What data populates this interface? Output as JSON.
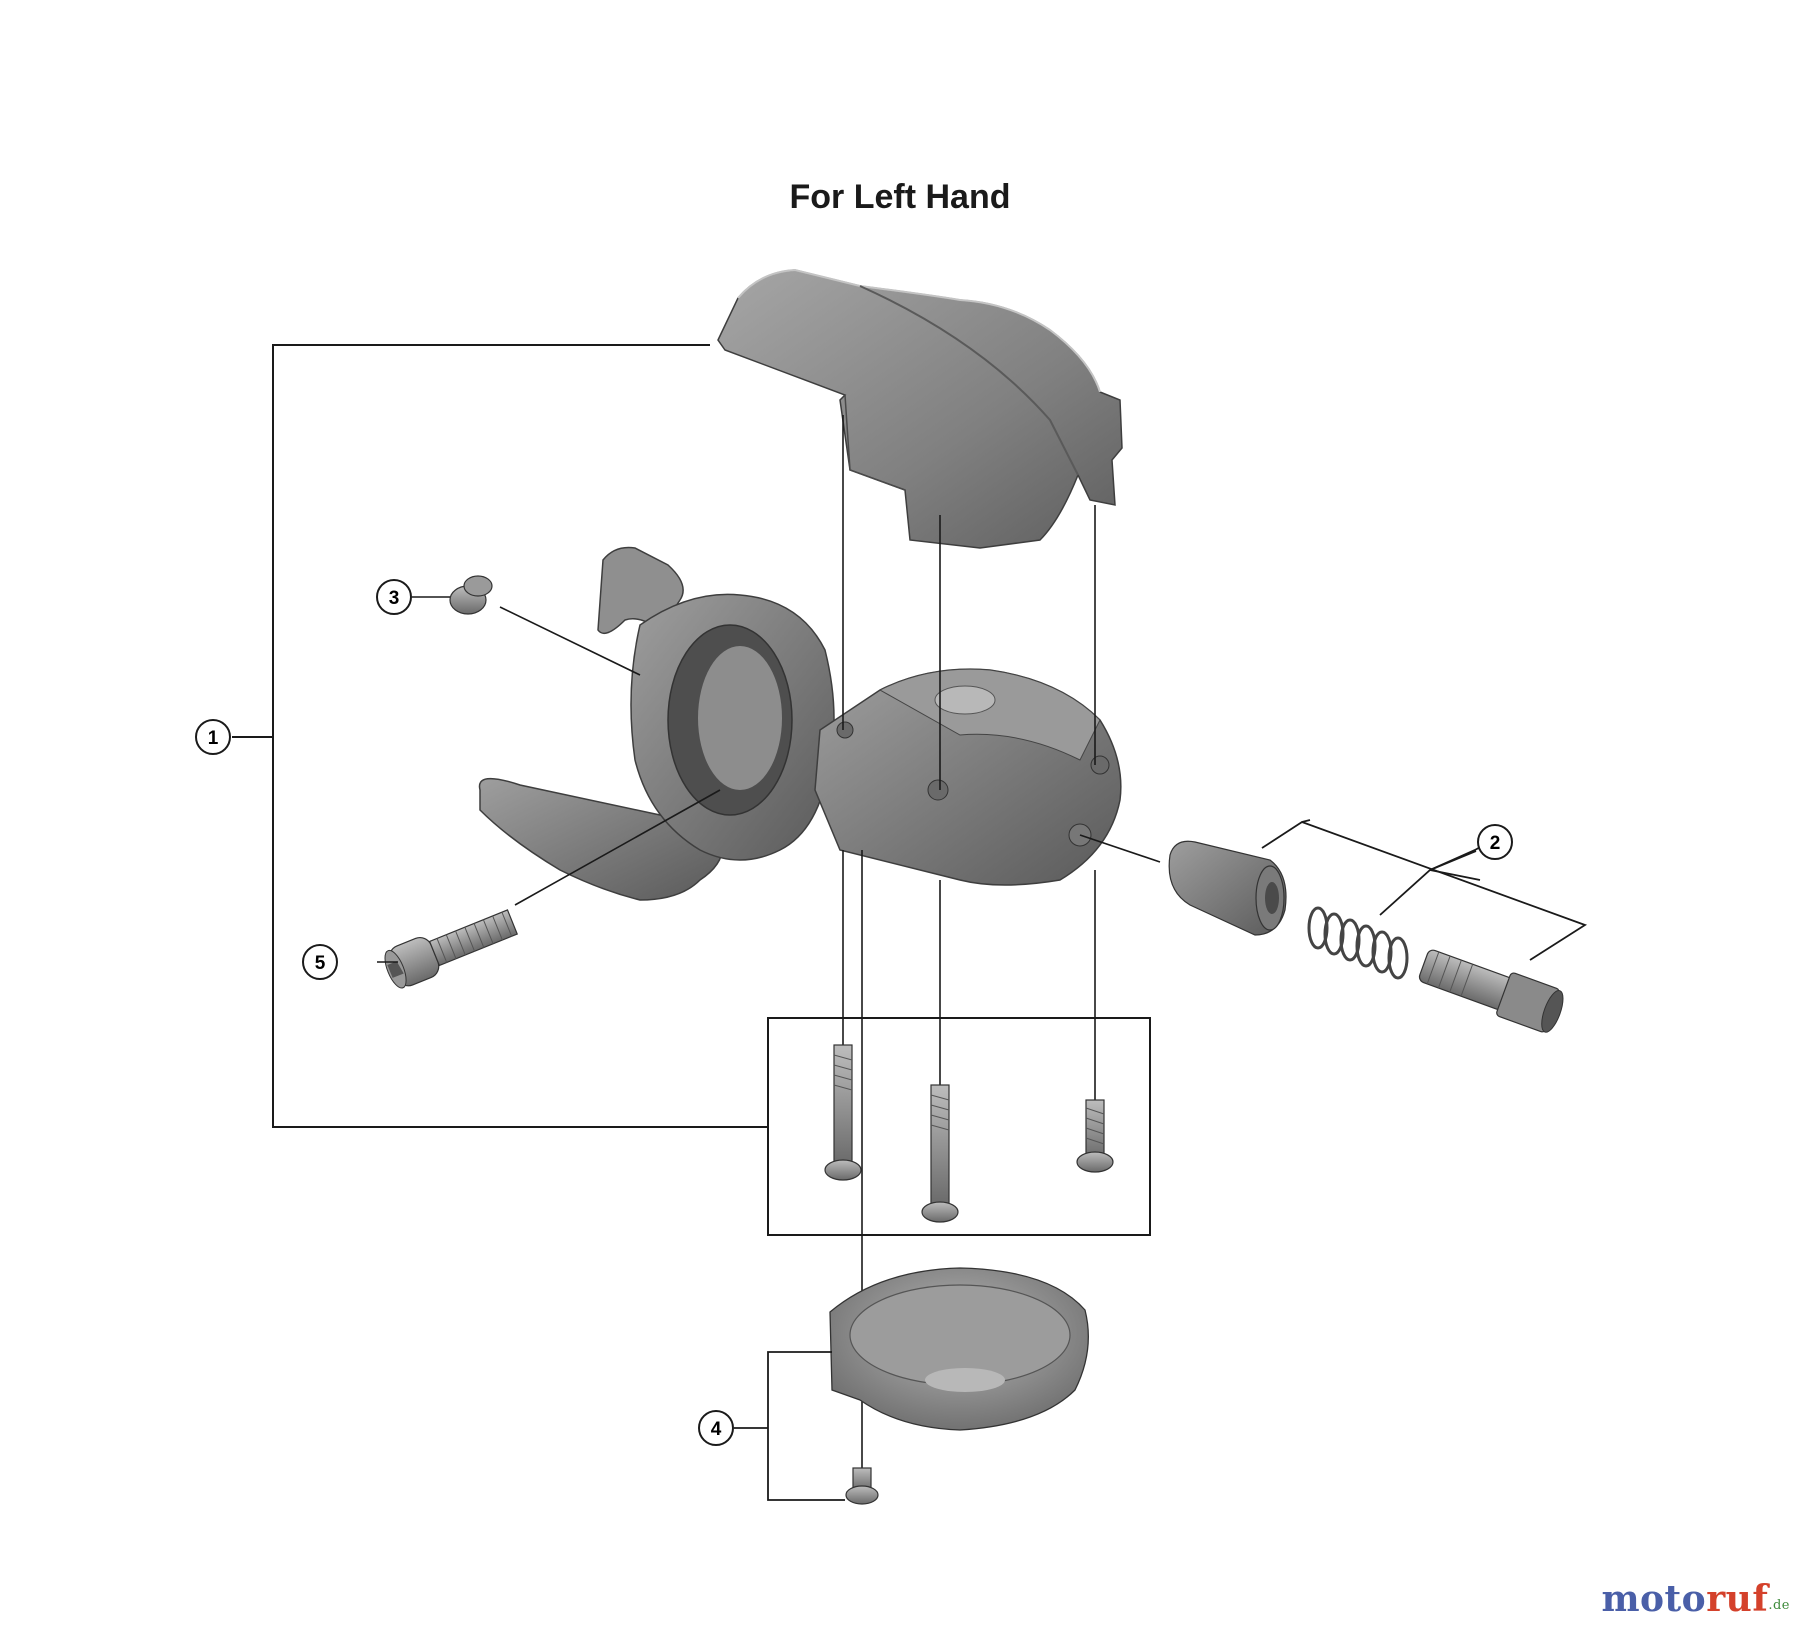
{
  "title": "For Left Hand",
  "callouts": [
    {
      "id": "c1",
      "label": "1"
    },
    {
      "id": "c2",
      "label": "2"
    },
    {
      "id": "c3",
      "label": "3"
    },
    {
      "id": "c4",
      "label": "4"
    },
    {
      "id": "c5",
      "label": "5"
    }
  ],
  "watermark": {
    "part_a": "moto",
    "part_b": "ruf",
    "part_c": ".de"
  },
  "colors": {
    "part_fill": "#8a8a8a",
    "part_dark": "#5c5c5c",
    "part_light": "#b4b4b4",
    "line": "#1a1a1a"
  }
}
